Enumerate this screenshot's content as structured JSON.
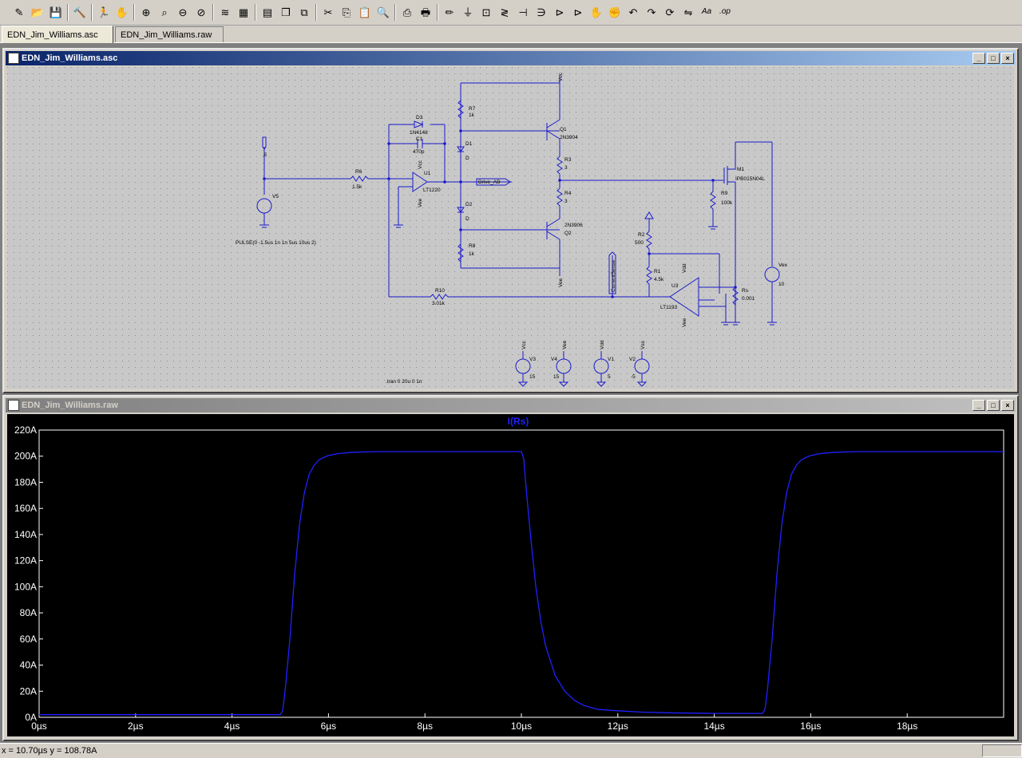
{
  "tabs": [
    {
      "label": "EDN_Jim_Williams.asc",
      "active": true
    },
    {
      "label": "EDN_Jim_Williams.raw",
      "active": false
    }
  ],
  "toolbar": {
    "icons": [
      "new-schematic",
      "open",
      "save",
      "control-panel",
      "run",
      "halt",
      "zoom-in",
      "zoom-pan",
      "zoom-out",
      "zoom-cancel",
      "autorange",
      "fullscreen",
      "tile-horizontal",
      "cascade",
      "close-all",
      "cut",
      "copy",
      "paste",
      "find",
      "print-setup",
      "print",
      "draw-wire",
      "ground",
      "label-net",
      "resistor",
      "capacitor",
      "inductor",
      "diode",
      "component",
      "move",
      "drag",
      "undo",
      "redo",
      "rotate",
      "mirror",
      "text",
      "spice-directive"
    ]
  },
  "schematic_window": {
    "title": "EDN_Jim_Williams.asc",
    "labels": {
      "v5": "V5",
      "v5_src": "PULSE(0 -1.5us 1n 1n 5us 10us 2)",
      "in": "in",
      "r6": "R6",
      "r6_val": "1.5k",
      "d3": "D3",
      "d3_val": "1N4148",
      "c1": "C1",
      "c1_val": "470p",
      "u1": "U1",
      "u1_val": "LT1220",
      "vcc_u1": "Vcc",
      "vee_u1": "Vee",
      "d1": "D1",
      "d1_val": "D",
      "d2": "D2",
      "d2_val": "D",
      "r7": "R7",
      "r7_val": "1k",
      "r8": "R8",
      "r8_val": "1k",
      "q1": "Q1",
      "q1_val": "2N3904",
      "q2": "Q2",
      "q2_val": "2N3906",
      "r3": "R3",
      "r3_val": "3",
      "r4": "R4",
      "r4_val": "3",
      "vcc_top": "Vcc",
      "vee_bot": "Vee",
      "drive_ab": "Drive_AB",
      "m1": "M1",
      "m1_val": "IPB015N04L",
      "r9": "R9",
      "r9_val": "100k",
      "r2": "R2",
      "r2_val": "500",
      "r1": "R1",
      "r1_val": "4.5k",
      "u3": "U3",
      "u3_val": "LT1193",
      "vdd_u3": "Vdd",
      "vee_u3": "Vee",
      "rs": "Rs",
      "rs_val": "0.001",
      "vex": "Vex",
      "vex_val": "10",
      "r10": "R10",
      "r10_val": "3.01k",
      "currentsense": "CurrentSense",
      "v3": "V3",
      "v3_val": "15",
      "v3_net": "Vcc",
      "v4": "V4",
      "v4_val": "15",
      "v4_net": "Vee",
      "v1": "V1",
      "v1_val": "5",
      "v1_net": "Vdd",
      "v2": "V2",
      "v2_val": "-5",
      "v2_net": "Vss",
      "tran": ".tran 0 20u 0 1n"
    }
  },
  "waveform_window": {
    "title": "EDN_Jim_Williams.raw",
    "trace_name": "I(Rs)",
    "trace_color": "#2020ff"
  },
  "chart_data": {
    "type": "line",
    "title": "I(Rs)",
    "xlabel": "",
    "ylabel": "",
    "xlim": [
      0,
      20
    ],
    "ylim": [
      0,
      220
    ],
    "x_ticks": [
      "0µs",
      "2µs",
      "4µs",
      "6µs",
      "8µs",
      "10µs",
      "12µs",
      "14µs",
      "16µs",
      "18µs"
    ],
    "y_ticks": [
      "0A",
      "20A",
      "40A",
      "60A",
      "80A",
      "100A",
      "120A",
      "140A",
      "160A",
      "180A",
      "200A",
      "220A"
    ],
    "series": [
      {
        "name": "I(Rs)",
        "color": "#2020ff",
        "x": [
          0,
          5.0,
          5.05,
          5.1,
          5.2,
          5.3,
          5.4,
          5.5,
          5.6,
          5.7,
          5.8,
          5.9,
          6.0,
          6.2,
          6.5,
          7.0,
          8.0,
          10.0,
          10.05,
          10.1,
          10.2,
          10.3,
          10.4,
          10.5,
          10.7,
          10.9,
          11.1,
          11.3,
          11.6,
          12.0,
          12.5,
          13.0,
          14.0,
          15.0,
          15.05,
          15.1,
          15.2,
          15.3,
          15.4,
          15.5,
          15.6,
          15.7,
          15.8,
          15.9,
          16.0,
          16.2,
          16.5,
          17.0,
          18.0,
          20.0
        ],
        "y": [
          2,
          2,
          5,
          20,
          60,
          110,
          148,
          172,
          186,
          193,
          197,
          199,
          200.5,
          202,
          203,
          203.5,
          203.5,
          203.5,
          198,
          175,
          135,
          100,
          74,
          55,
          32,
          20,
          13,
          9,
          6,
          5,
          4,
          3.5,
          3,
          3,
          6,
          20,
          60,
          110,
          148,
          172,
          186,
          193,
          197,
          199,
          200.5,
          202,
          203,
          203.5,
          203.5,
          203.5
        ]
      }
    ],
    "grid": false,
    "background": "#000000"
  },
  "status": {
    "cursor": "x = 10.70µs   y = 108.78A"
  }
}
